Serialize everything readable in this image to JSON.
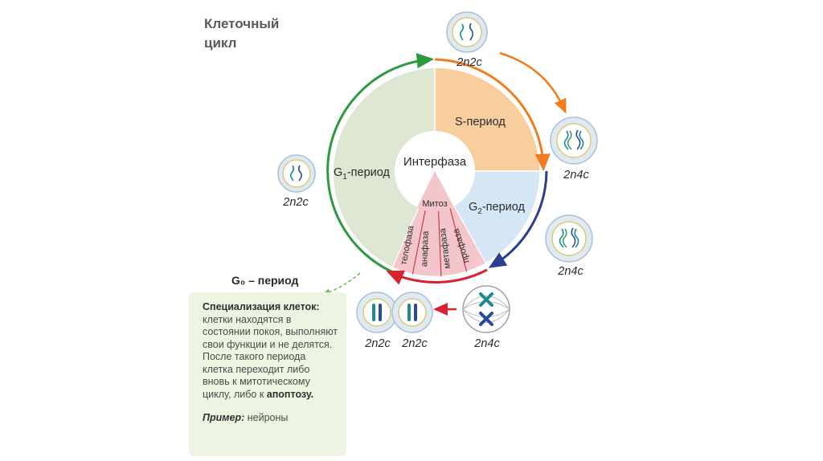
{
  "title": [
    "Клеточный",
    "цикл"
  ],
  "phases": {
    "interphase": "Интерфаза",
    "g1": {
      "base": "G",
      "sub": "1",
      "suffix": "-период"
    },
    "s": "S-период",
    "g2": {
      "base": "G",
      "sub": "2",
      "suffix": "-период"
    },
    "mitosis": "Митоз",
    "mitosis_stages": [
      "телофаза",
      "анафаза",
      "метафаза",
      "профаза"
    ]
  },
  "cell_labels": {
    "g1_cell": "2n2c",
    "s_start_cell": "2n2c",
    "s_end_cell": "2n4c",
    "g2_cell": "2n4c",
    "mitosis_cell": "2n4c",
    "daughter_left": "2n2c",
    "daughter_right": "2n2c"
  },
  "g0": {
    "heading": "G₀ – период",
    "box_head": "Специализация клеток:",
    "box_text_1": "клетки находятся в состоянии покоя, выполняют свои функции и не делятся. После такого периода клетка переходит либо вновь к митотическому циклу, либо к ",
    "box_bold": "апоптозу.",
    "example_label": "Пример:",
    "example_value": " нейроны"
  },
  "colors": {
    "g1_fill": "#dde7d2",
    "s_fill": "#f8ce9f",
    "g2_fill": "#d5e7f5",
    "mitosis_fill": "#f3c6cb",
    "g1_arrow": "#2e9a3f",
    "s_arrow": "#ef7d1f",
    "g2_arrow": "#2c3f8f",
    "mitosis_arrow": "#d9222f",
    "title": "#555a5e",
    "g0_box": "#eef4e2"
  }
}
